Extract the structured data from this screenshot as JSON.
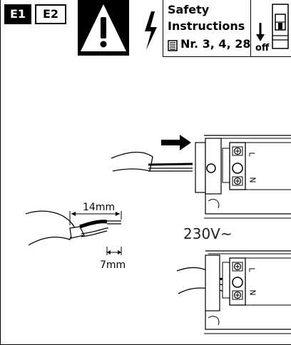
{
  "badges": {
    "e1": "E1",
    "e2": "E2"
  },
  "safety": {
    "line1": "Safety",
    "line2": "Instructions",
    "reference": "Nr. 3, 4, 28"
  },
  "switch": {
    "label": "off"
  },
  "dimensions": {
    "strip_length": "14mm",
    "conductor_length": "7mm"
  },
  "voltage": "230V~",
  "terminal": {
    "l_label": "L",
    "n_label": "N"
  }
}
